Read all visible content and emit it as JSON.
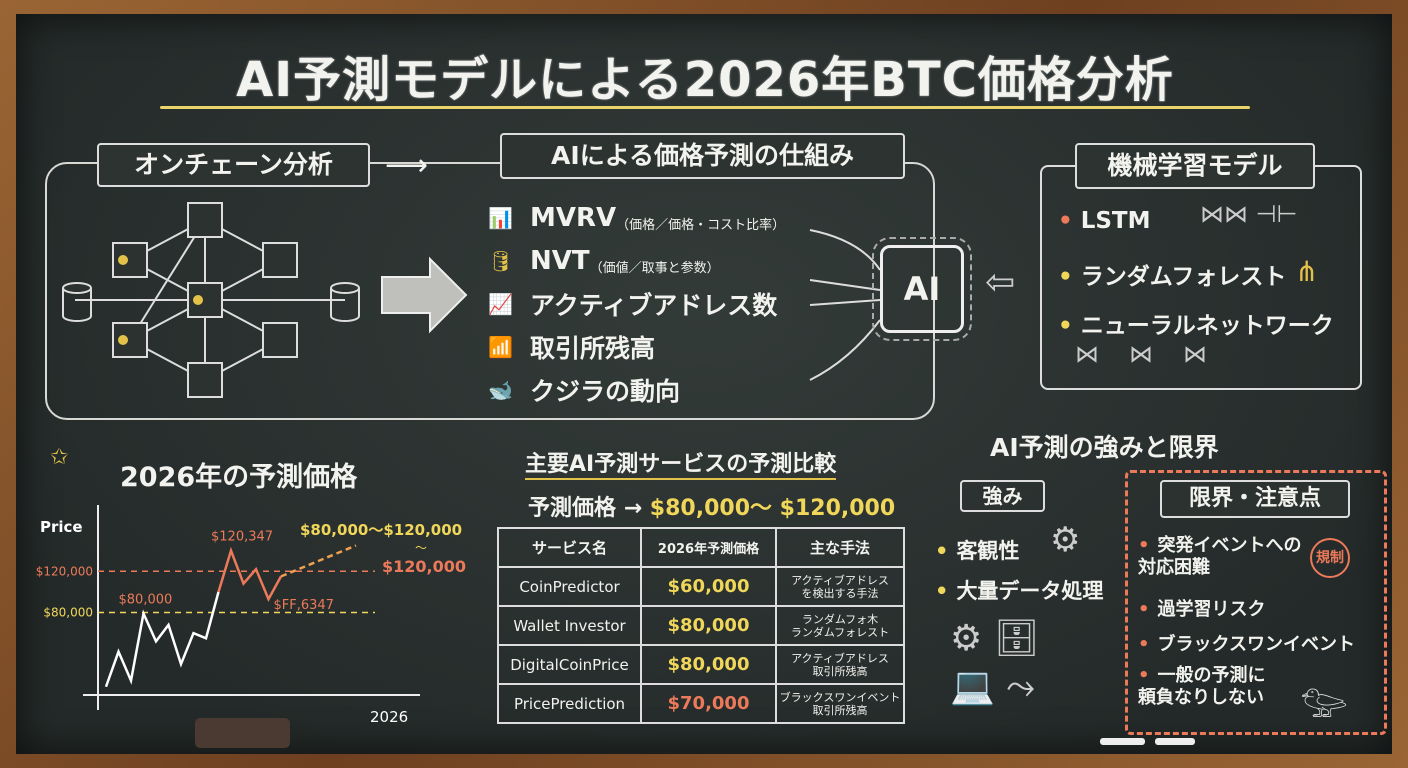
{
  "title": "AI予測モデルによる2026年BTC価格分析",
  "onchain": {
    "label": "オンチェーン分析"
  },
  "mechanism": {
    "label": "AIによる価格予測の仕組み",
    "items": [
      {
        "icon": "bar-chart-icon",
        "label": "MVRV",
        "note": "（価格／価格・コスト比率）"
      },
      {
        "icon": "coin-database-icon",
        "label": "NVT",
        "note": "（価値／取事と参数）"
      },
      {
        "icon": "trend-chart-icon",
        "label": "アクティブアドレス数",
        "note": ""
      },
      {
        "icon": "growth-bars-icon",
        "label": "取引所残高",
        "note": ""
      },
      {
        "icon": "whale-icon",
        "label": "クジラの動向",
        "note": ""
      }
    ],
    "chip": "AI"
  },
  "ml": {
    "label": "機械学習モデル",
    "items": [
      "LSTM",
      "ランダムフォレスト",
      "ニューラルネットワーク"
    ]
  },
  "forecast": {
    "title": "2026年の予測価格"
  },
  "comparison": {
    "title": "主要AI予測サービスの予測比較",
    "range_label": "予測価格",
    "range_arrow": "→",
    "range_value": "$80,000〜 $120,000",
    "headers": [
      "サービス名",
      "2026年予測価格",
      "主な手法"
    ],
    "rows": [
      {
        "name": "CoinPredictor",
        "price": "$60,000",
        "method": "アクティブアドレス\nを検出する手法",
        "color": "#f0d75a"
      },
      {
        "name": "Wallet Investor",
        "price": "$80,000",
        "method": "ランダムフォ木\nランダムフォレスト",
        "color": "#f0d75a"
      },
      {
        "name": "DigitalCoinPrice",
        "price": "$80,000",
        "method": "アクティブアドレス\n取引所残高",
        "color": "#f0d75a"
      },
      {
        "name": "PricePrediction",
        "price": "$70,000",
        "method": "ブラックスワンイベント\n取引所残高",
        "color": "#ec7a5a"
      }
    ]
  },
  "strengths": {
    "title": "AI予測の強みと限界",
    "box": "強み",
    "items": [
      "客観性",
      "大量データ処理"
    ]
  },
  "limits": {
    "box": "限界・注意点",
    "badge": "規制",
    "items": [
      "突発イベントへの\n対応困難",
      "過学習リスク",
      "ブラックスワンイベント",
      "一般の予測に\n頼負なりしない"
    ]
  },
  "chart_data": {
    "type": "line",
    "ylabel": "Price",
    "xlabel": "2026",
    "yticks": [
      {
        "value": 80000,
        "label": "$80,000",
        "color": "#f0d75a"
      },
      {
        "value": 120000,
        "label": "$120,000",
        "color": "#ec7a5a"
      }
    ],
    "ylim": [
      0,
      160000
    ],
    "history": [
      [
        0,
        8000
      ],
      [
        1,
        42000
      ],
      [
        2,
        14000
      ],
      [
        3,
        79000
      ],
      [
        4,
        52000
      ],
      [
        5,
        68000
      ],
      [
        6,
        30000
      ],
      [
        7,
        60000
      ],
      [
        8,
        55000
      ],
      [
        9,
        100000
      ],
      [
        10,
        140000
      ],
      [
        11,
        108000
      ],
      [
        12,
        122000
      ],
      [
        13,
        93000
      ],
      [
        14,
        115000
      ]
    ],
    "projection": [
      [
        14,
        115000
      ],
      [
        20,
        145000
      ]
    ],
    "annotations": [
      {
        "text": "$120,347",
        "color": "#ec7a5a"
      },
      {
        "text": "$80,000",
        "color": "#ec7a5a"
      },
      {
        "text": "$FF,6347",
        "color": "#ec7a5a"
      }
    ],
    "target_label": "$80,000〜$120,000",
    "target_tilde": "〜",
    "target_sub": "$120,000"
  }
}
